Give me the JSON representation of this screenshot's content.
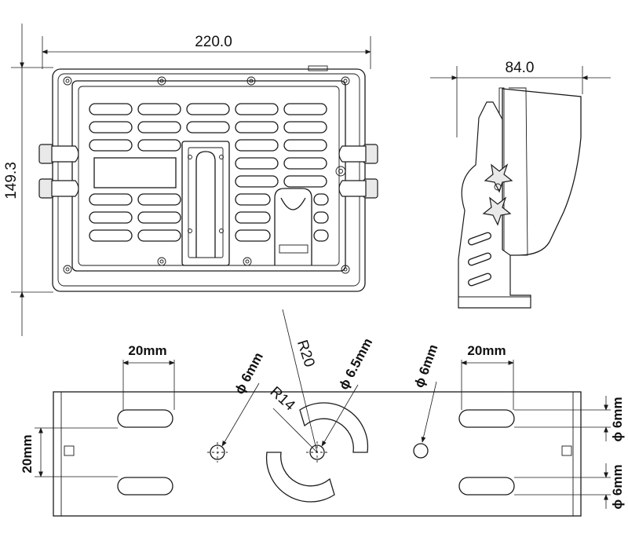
{
  "labels": {
    "front_width": "220.0",
    "front_height": "149.3",
    "side_depth": "84.0",
    "bracket_slot_width_left": "20mm",
    "bracket_slot_width_right": "20mm",
    "bracket_slot_spacing": "20mm",
    "hole_left": "ϕ 6mm",
    "hole_center": "ϕ 6.5mm",
    "hole_right": "ϕ 6mm",
    "radius_outer": "R20",
    "radius_inner": "R14",
    "slot_right_top": "ϕ 6mm",
    "slot_right_bottom": "ϕ 6mm"
  }
}
